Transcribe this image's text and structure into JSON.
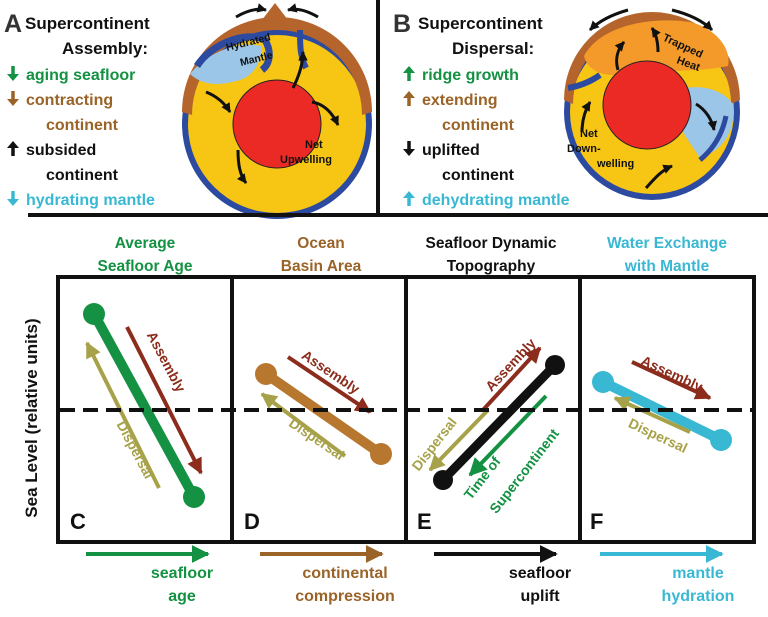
{
  "colors": {
    "green": "#149142",
    "brown": "#9a6327",
    "black": "#111111",
    "cyan": "#39b8d3",
    "olive": "#a7a24a",
    "maroon": "#8b2c1c",
    "yellow": "#f7c514",
    "red": "#ec2a25",
    "blue": "#2c4a9f",
    "crust": "#b5652c",
    "orange": "#f39a2b",
    "lightblue": "#9cc6e7"
  },
  "panel_a": {
    "letter": "A",
    "title_line1": "Supercontinent",
    "title_line2": "Assembly:",
    "items": [
      {
        "arrow": "down",
        "text": "aging seafloor",
        "color": "green"
      },
      {
        "arrow": "down",
        "text": "contracting",
        "color": "brown"
      },
      {
        "arrow": "none",
        "text": "continent",
        "color": "brown"
      },
      {
        "arrow": "up",
        "text": "subsided",
        "color": "black"
      },
      {
        "arrow": "none",
        "text": "continent",
        "color": "black"
      },
      {
        "arrow": "down",
        "text": "hydrating mantle",
        "color": "cyan"
      }
    ],
    "earth_labels": [
      "Hydrated",
      "Mantle",
      "Net",
      "Upwelling"
    ]
  },
  "panel_b": {
    "letter": "B",
    "title_line1": "Supercontinent",
    "title_line2": "Dispersal:",
    "items": [
      {
        "arrow": "up",
        "text": "ridge growth",
        "color": "green"
      },
      {
        "arrow": "up",
        "text": "extending",
        "color": "brown"
      },
      {
        "arrow": "none",
        "text": "continent",
        "color": "brown"
      },
      {
        "arrow": "down",
        "text": "uplifted",
        "color": "black"
      },
      {
        "arrow": "none",
        "text": "continent",
        "color": "black"
      },
      {
        "arrow": "up",
        "text": "dehydrating mantle",
        "color": "cyan"
      }
    ],
    "earth_labels": [
      "Trapped",
      "Heat",
      "Net",
      "Down-",
      "welling"
    ]
  },
  "headers": [
    {
      "line1": "Average",
      "line2": "Seafloor Age",
      "color": "green"
    },
    {
      "line1": "Ocean",
      "line2": "Basin Area",
      "color": "brown"
    },
    {
      "line1": "Seafloor Dynamic",
      "line2": "Topography",
      "color": "black"
    },
    {
      "line1": "Water Exchange",
      "line2": "with Mantle",
      "color": "cyan"
    }
  ],
  "y_axis_label": "Sea Level (relative units)",
  "boxes": [
    {
      "letter": "C",
      "bar_color": "green",
      "labels": {
        "assembly": "Assembly",
        "dispersal": "Dispersal"
      }
    },
    {
      "letter": "D",
      "bar_color": "brown",
      "labels": {
        "assembly": "Assembly",
        "dispersal": "Dispersal"
      }
    },
    {
      "letter": "E",
      "bar_color": "black",
      "labels": {
        "assembly": "Assembly",
        "dispersal": "Dispersal",
        "extra": [
          "Time of",
          "Supercontinent"
        ]
      }
    },
    {
      "letter": "F",
      "bar_color": "cyan",
      "labels": {
        "assembly": "Assembly",
        "dispersal": "Dispersal"
      }
    }
  ],
  "bottom_labels": [
    {
      "line1": "seafloor",
      "line2": "age",
      "color": "green"
    },
    {
      "line1": "continental",
      "line2": "compression",
      "color": "brown"
    },
    {
      "line1": "seafloor",
      "line2": "uplift",
      "color": "black"
    },
    {
      "line1": "mantle",
      "line2": "hydration",
      "color": "cyan"
    }
  ]
}
